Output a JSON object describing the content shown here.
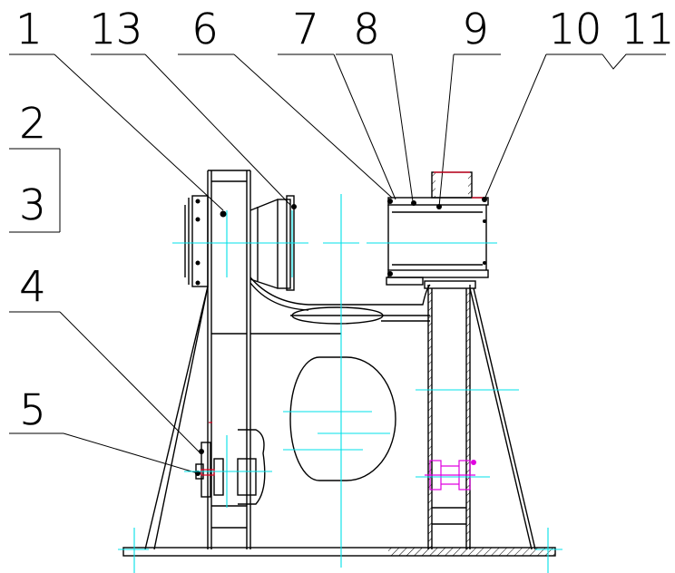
{
  "callouts": [
    "1",
    "13",
    "6",
    "7",
    "8",
    "9",
    "10",
    "11",
    "2",
    "3",
    "4",
    "5"
  ],
  "colors": {
    "outline": "#000000",
    "centerline": "#00e0e8",
    "highlight": "#e000e0",
    "accent": "#e00020"
  }
}
